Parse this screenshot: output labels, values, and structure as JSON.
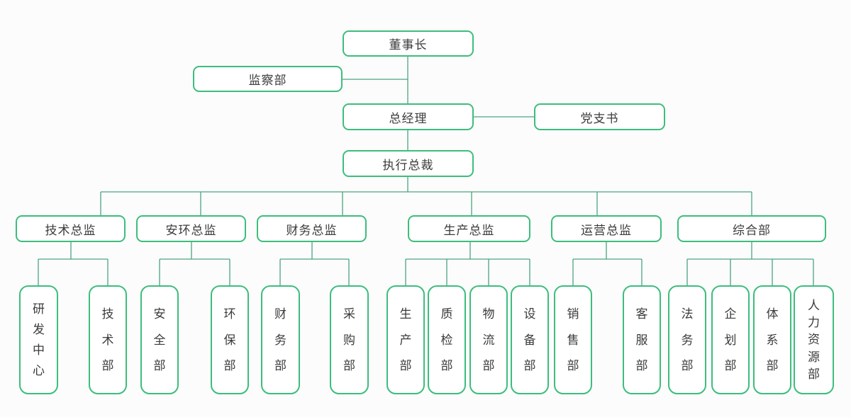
{
  "theme": {
    "canvas-bg": "#fcfcfc",
    "node-bg": "#ffffff",
    "box-border": "#3dbd7d",
    "connector": "#4ba47f",
    "text": "#3b3b3b"
  },
  "org": {
    "chairman": {
      "label": "董事长"
    },
    "supervision_dept": {
      "label": "监察部"
    },
    "general_manager": {
      "label": "总经理"
    },
    "party_secretary": {
      "label": "党支书"
    },
    "executive_president": {
      "label": "执行总裁"
    },
    "directors": [
      {
        "label": "技术总监",
        "children": [
          {
            "label": "研发中心"
          },
          {
            "label": "技术部"
          }
        ]
      },
      {
        "label": "安环总监",
        "children": [
          {
            "label": "安全部"
          },
          {
            "label": "环保部"
          }
        ]
      },
      {
        "label": "财务总监",
        "children": [
          {
            "label": "财务部"
          },
          {
            "label": "采购部"
          }
        ]
      },
      {
        "label": "生产总监",
        "children": [
          {
            "label": "生产部"
          },
          {
            "label": "质检部"
          },
          {
            "label": "物流部"
          },
          {
            "label": "设备部"
          }
        ]
      },
      {
        "label": "运营总监",
        "children": [
          {
            "label": "销售部"
          },
          {
            "label": "客服部"
          }
        ]
      },
      {
        "label": "综合部",
        "children": [
          {
            "label": "法务部"
          },
          {
            "label": "企划部"
          },
          {
            "label": "体系部"
          },
          {
            "label": "人力资源部"
          }
        ]
      }
    ]
  }
}
